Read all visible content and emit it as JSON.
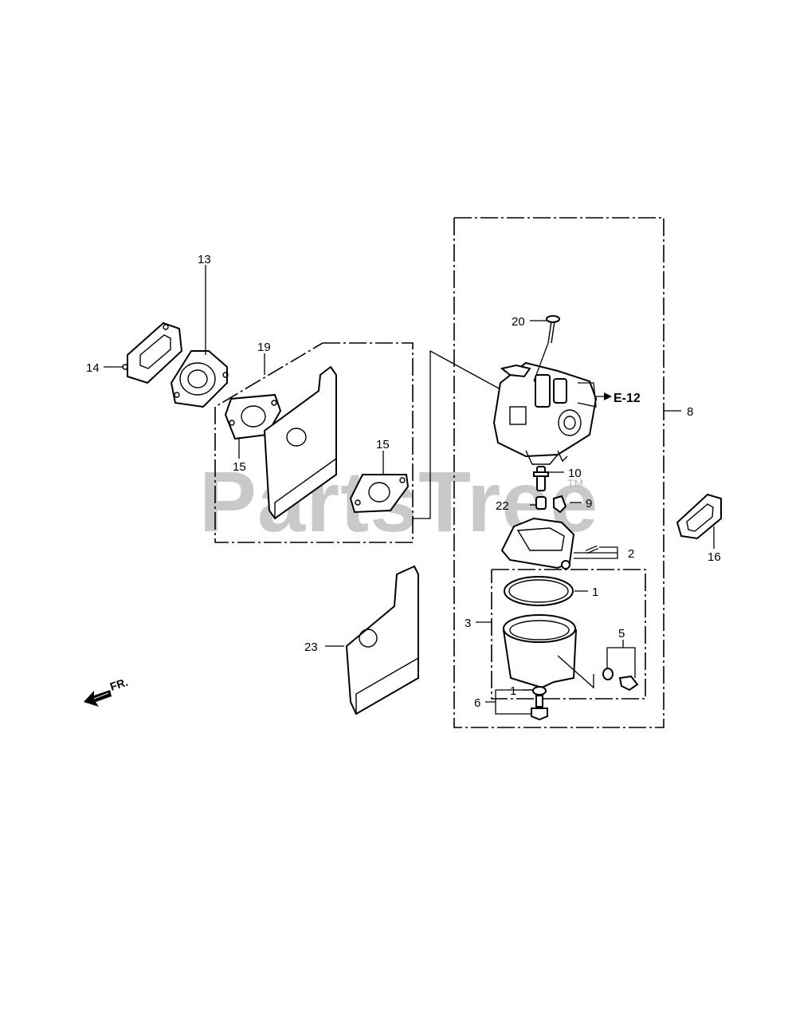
{
  "watermark": "PartsTree",
  "watermark_tm": "TM",
  "reference": "E-12",
  "direction": "FR.",
  "callouts": {
    "c1a": "1",
    "c1b": "1",
    "c2": "2",
    "c3": "3",
    "c5": "5",
    "c6": "6",
    "c8": "8",
    "c9": "9",
    "c10": "10",
    "c13": "13",
    "c14": "14",
    "c15a": "15",
    "c15b": "15",
    "c16": "16",
    "c19": "19",
    "c20": "20",
    "c22": "22",
    "c23": "23"
  }
}
